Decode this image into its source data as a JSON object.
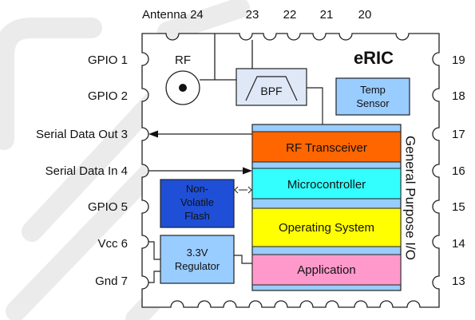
{
  "module": {
    "title": "eRIC",
    "side_label": "General Purpose I/O"
  },
  "pins": {
    "top": [
      {
        "name": "Antenna",
        "number": "24"
      },
      {
        "name": "",
        "number": "23"
      },
      {
        "name": "",
        "number": "22"
      },
      {
        "name": "",
        "number": "21"
      },
      {
        "name": "",
        "number": "20"
      }
    ],
    "left": [
      {
        "label": "GPIO 1"
      },
      {
        "label": "GPIO 2"
      },
      {
        "label": "Serial Data Out 3"
      },
      {
        "label": "Serial Data In 4"
      },
      {
        "label": "GPIO 5"
      },
      {
        "label": "Vcc 6"
      },
      {
        "label": "Gnd 7"
      }
    ],
    "right": [
      {
        "number": "19"
      },
      {
        "number": "18"
      },
      {
        "number": "17"
      },
      {
        "number": "16"
      },
      {
        "number": "15"
      },
      {
        "number": "14"
      },
      {
        "number": "13"
      }
    ]
  },
  "blocks": {
    "rf_label": "RF",
    "bpf": "BPF",
    "temp_sensor": [
      "Temp",
      "Sensor"
    ],
    "rf_transceiver": "RF Transceiver",
    "microcontroller": "Microcontroller",
    "operating_system": "Operating System",
    "application": "Application",
    "flash": [
      "Non-",
      "Volatile",
      "Flash"
    ],
    "regulator": [
      "3.3V",
      "Regulator"
    ]
  },
  "colors": {
    "rf_transceiver": "#ff6600",
    "microcontroller": "#33ffff",
    "operating_system": "#ffff00",
    "application": "#ff99cc",
    "flash": "#1f4fd6",
    "regulator": "#99ccff",
    "temp_sensor": "#99ccff",
    "bpf": "#dfe8f7",
    "stack_bar": "#99ccff",
    "watermark": "#dcdcdc"
  }
}
